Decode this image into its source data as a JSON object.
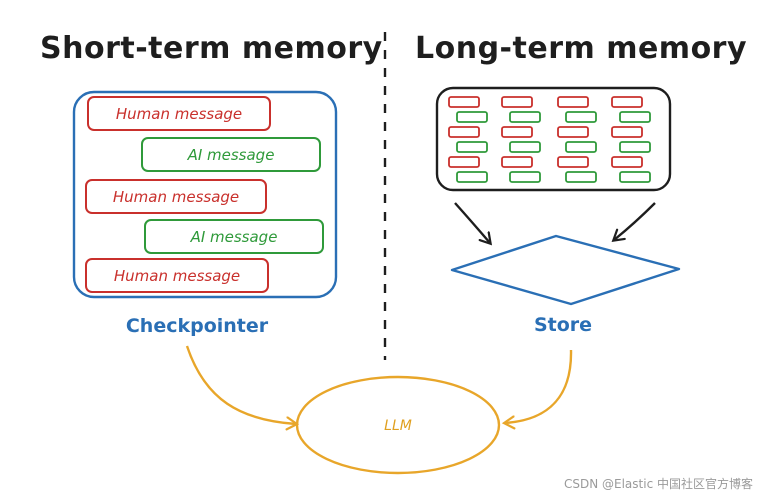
{
  "titles": {
    "short_term": "Short-term memory",
    "long_term": "Long-term memory"
  },
  "short_term": {
    "messages": [
      {
        "role": "human",
        "text": "Human message"
      },
      {
        "role": "ai",
        "text": "AI message"
      },
      {
        "role": "human",
        "text": "Human message"
      },
      {
        "role": "ai",
        "text": "AI message"
      },
      {
        "role": "human",
        "text": "Human message"
      }
    ],
    "label": "Checkpointer"
  },
  "long_term": {
    "label": "Store"
  },
  "center": {
    "label": "LLM"
  },
  "watermark": "CSDN @Elastic 中国社区官方博客",
  "colors": {
    "human": "#c9302c",
    "ai": "#2f9a3a",
    "blue": "#2a6fb5",
    "orange": "#e8a62a",
    "ink": "#1e1e1e"
  }
}
